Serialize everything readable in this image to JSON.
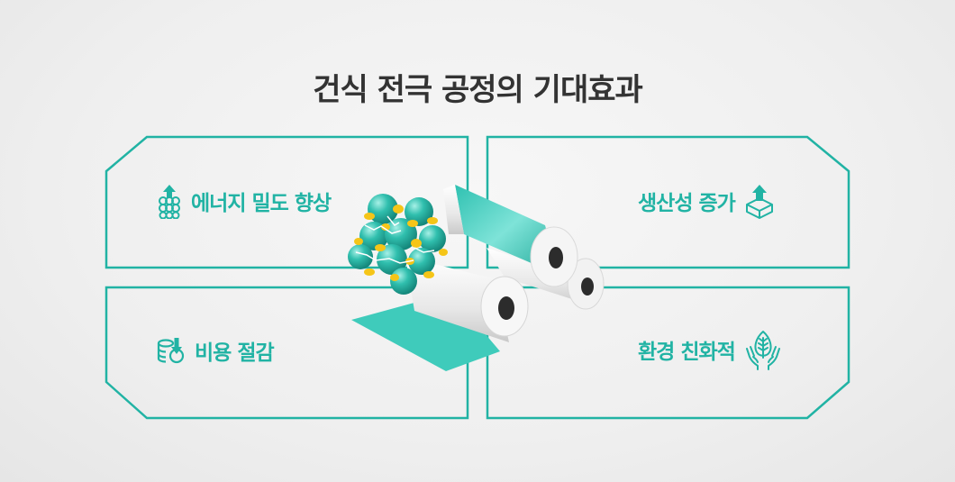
{
  "title": "건식 전극 공정의 기대효과",
  "colors": {
    "accent": "#21b3a4",
    "title": "#333333",
    "background": "#f0f0f0",
    "particle_yellow": "#f5c518"
  },
  "cards": [
    {
      "label": "에너지 밀도 향상",
      "icon": "stacked-circles-up-arrow-icon"
    },
    {
      "label": "생산성 증가",
      "icon": "box-up-arrow-icon"
    },
    {
      "label": "비용 절감",
      "icon": "coins-down-arrow-icon"
    },
    {
      "label": "환경 친화적",
      "icon": "hands-leaf-icon"
    }
  ],
  "illustration": "electrode-rollers-with-particles"
}
